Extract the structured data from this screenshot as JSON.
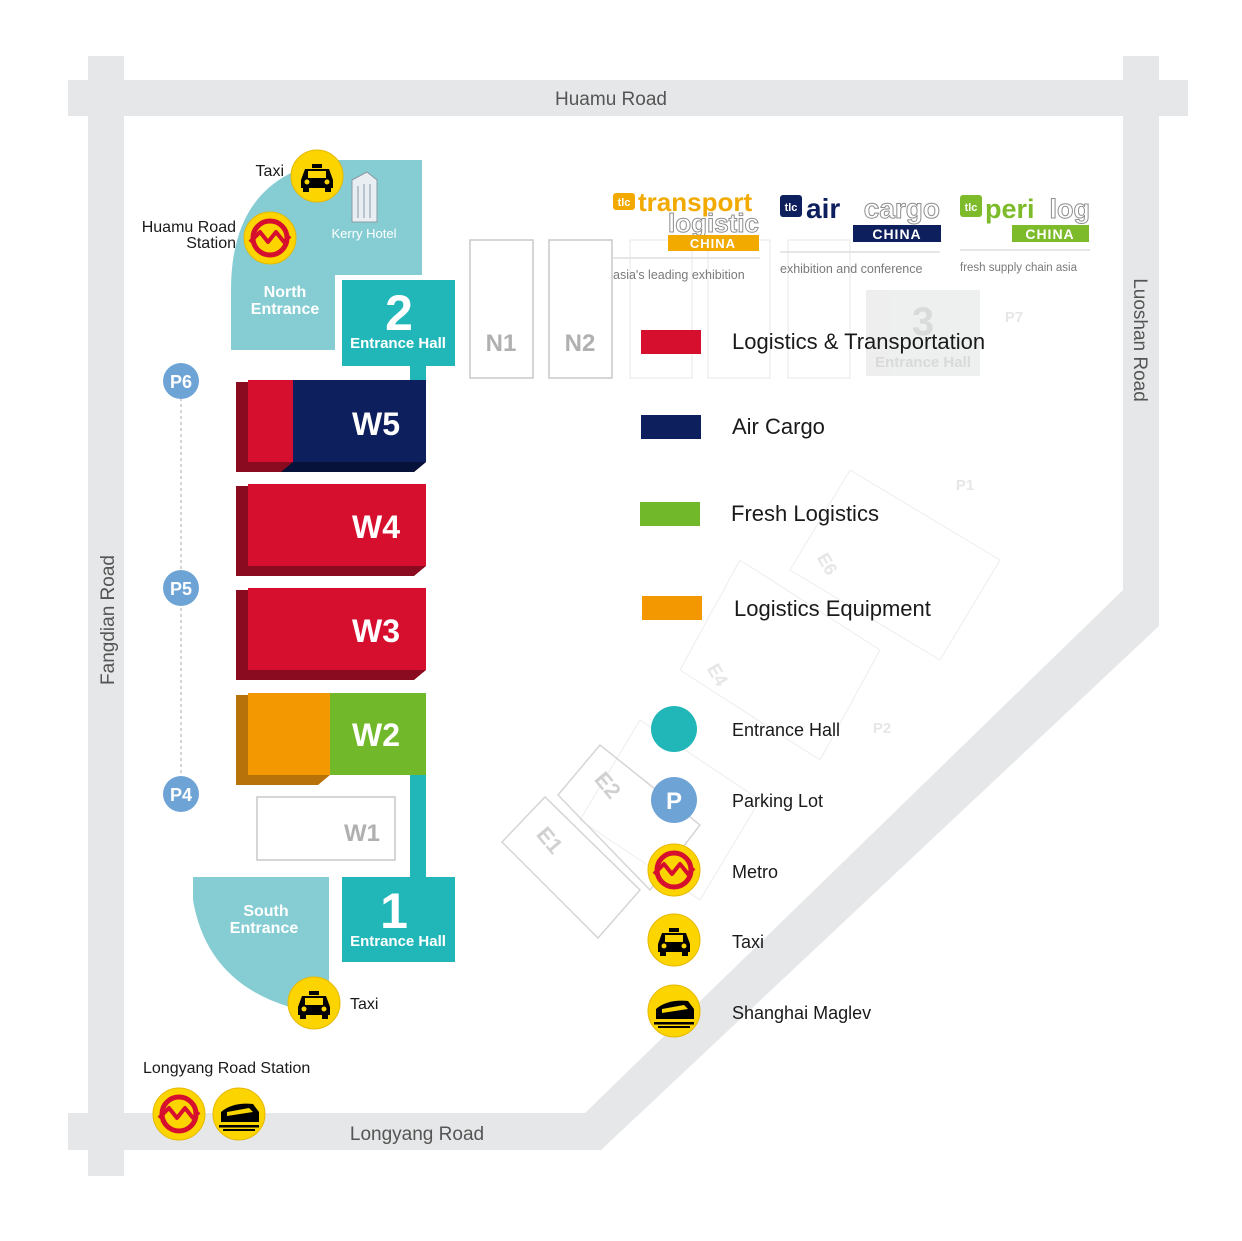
{
  "roads": {
    "north": "Huamu Road",
    "south": "Longyang Road",
    "west": "Fangdian Road",
    "east": "Luoshan Road"
  },
  "north_area": {
    "taxi_label": "Taxi",
    "metro_label": "Huamu Road\nStation",
    "hotel_label": "Kerry Hotel",
    "entrance_label": "North\nEntrance"
  },
  "south_area": {
    "entrance_label": "South\nEntrance",
    "taxi_label": "Taxi",
    "station_label": "Longyang Road Station"
  },
  "entrance_halls": [
    {
      "number": "2",
      "label": "Entrance Hall"
    },
    {
      "number": "1",
      "label": "Entrance Hall"
    }
  ],
  "halls": {
    "W5": "W5",
    "W4": "W4",
    "W3": "W3",
    "W2": "W2",
    "W1": "W1",
    "N1": "N1",
    "N2": "N2",
    "E1": "E1",
    "E2": "E2",
    "E4": "E4",
    "E6": "E6",
    "faded": [
      "3",
      "Entrance Hall",
      "P7",
      "P1",
      "P2"
    ]
  },
  "parking": [
    "P6",
    "P5",
    "P4"
  ],
  "logos": [
    {
      "prefix": "tlc",
      "word1": "transport",
      "word2": "logistic",
      "badge": "CHINA",
      "tagline": "asia's leading exhibition",
      "color": "#f2a900"
    },
    {
      "prefix": "tlc",
      "word1": "air",
      "word2": "cargo",
      "badge": "CHINA",
      "tagline": "exhibition and conference",
      "color": "#0d1f5c"
    },
    {
      "prefix": "tlc",
      "word1": "peri",
      "word2": "log",
      "badge": "CHINA",
      "tagline": "fresh supply chain asia",
      "color": "#7dbb2a"
    }
  ],
  "legend": {
    "categories": [
      {
        "label": "Logistics & Transportation",
        "color": "#d70f2e"
      },
      {
        "label": "Air Cargo",
        "color": "#0d1f5c"
      },
      {
        "label": "Fresh Logistics",
        "color": "#72b82b"
      },
      {
        "label": "Logistics Equipment",
        "color": "#f39800"
      }
    ],
    "symbols": [
      {
        "label": "Entrance Hall",
        "icon": "entrance-hall-icon"
      },
      {
        "label": "Parking Lot",
        "icon": "parking-icon"
      },
      {
        "label": "Metro",
        "icon": "metro-icon"
      },
      {
        "label": "Taxi",
        "icon": "taxi-icon"
      },
      {
        "label": "Shanghai Maglev",
        "icon": "maglev-icon"
      }
    ]
  },
  "colors": {
    "road": "#e6e7e8",
    "entrance_area": "#86cdd3",
    "entrance_hall": "#21b7b9",
    "parking": "#6ea3d6",
    "red": "#d70f2e",
    "navy": "#0d1f5c",
    "green": "#72b82b",
    "orange": "#f39800",
    "yellow": "#fcd400"
  }
}
